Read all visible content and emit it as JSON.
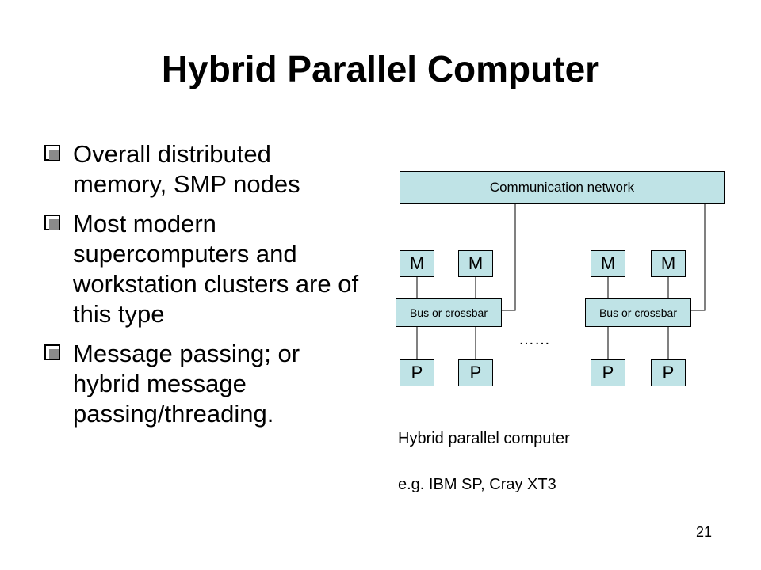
{
  "slide": {
    "title": "Hybrid Parallel Computer",
    "bullets": [
      "Overall distributed memory, SMP nodes",
      "Most modern supercomputers and workstation clusters are of this type",
      "Message passing; or hybrid message passing/threading."
    ],
    "page_number": "21"
  },
  "diagram": {
    "network_label": "Communication network",
    "memory_label": "M",
    "processor_label": "P",
    "bus_label": "Bus or crossbar",
    "ellipsis": "……",
    "caption": "Hybrid parallel computer",
    "example": "e.g. IBM SP, Cray XT3",
    "box_fill": "#bfe3e6"
  }
}
